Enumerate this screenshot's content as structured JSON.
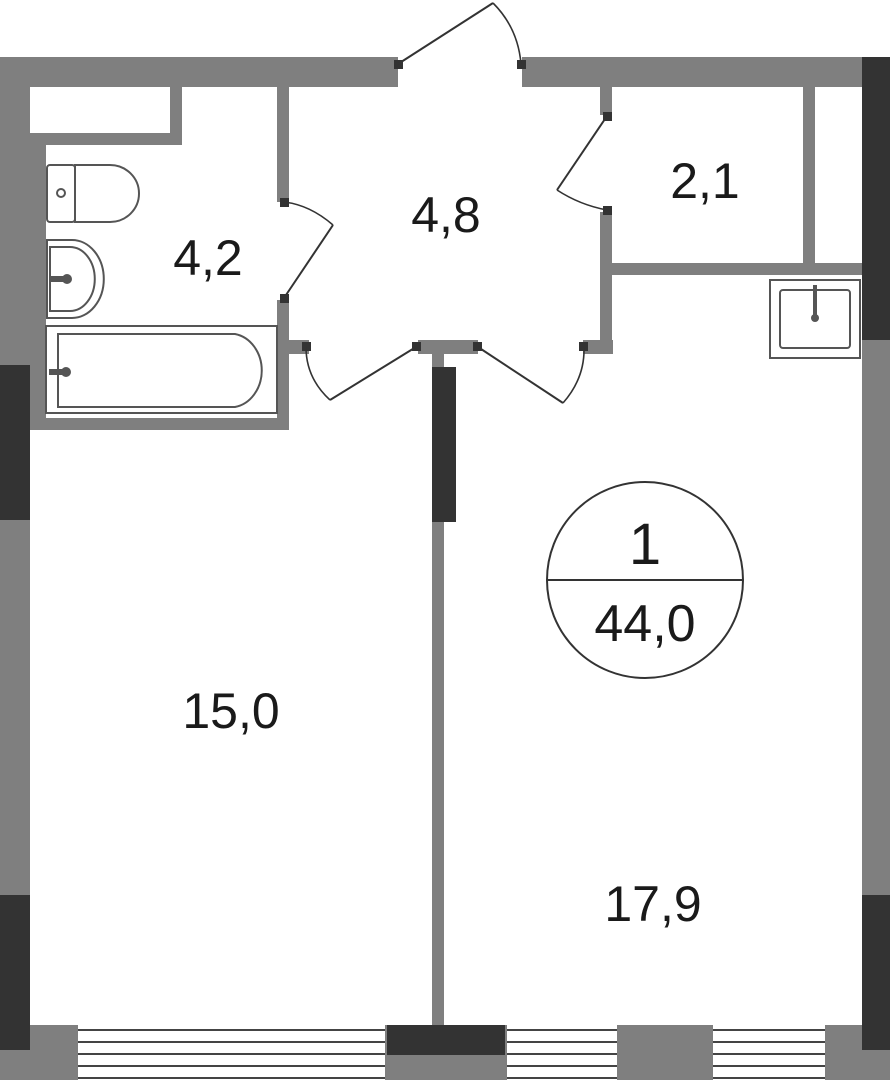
{
  "rooms": {
    "bathroom_area": "4,2",
    "hall_area": "4,8",
    "storage_area": "2,1",
    "bedroom_area": "15,0",
    "living_area": "17,9"
  },
  "summary": {
    "room_count": "1",
    "total_area": "44,0"
  },
  "colors": {
    "wall": "#7f7f7f",
    "wall_dark": "#333333",
    "text": "#1a1a1a"
  },
  "icons": [
    "toilet-icon",
    "washbasin-icon",
    "bathtub-icon",
    "kitchen-sink-icon"
  ]
}
